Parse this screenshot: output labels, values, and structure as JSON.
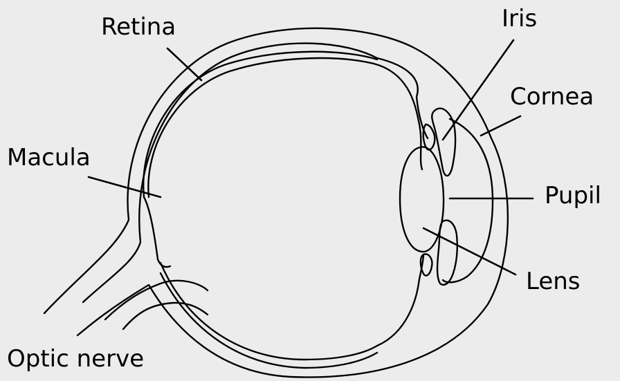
{
  "labels": {
    "retina": "Retina",
    "iris": "Iris",
    "cornea": "Cornea",
    "macula": "Macula",
    "pupil": "Pupil",
    "lens": "Lens",
    "optic_nerve": "Optic nerve"
  },
  "colors": {
    "background": "#ececec",
    "line": "#000000"
  }
}
